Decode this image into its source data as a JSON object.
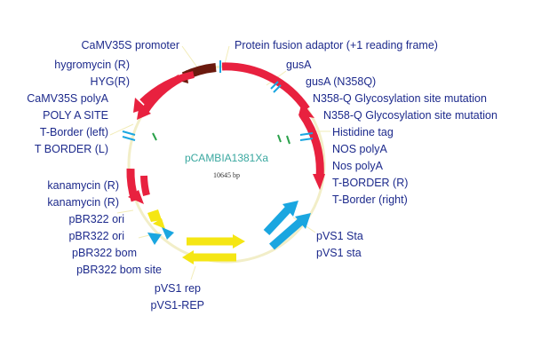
{
  "plasmid": {
    "name": "pCAMBIA1381Xa",
    "size": "10645 bp",
    "colors": {
      "backbone": "#f2eec8",
      "red_feature": "#e8213f",
      "brown_feature": "#6b1a0e",
      "cyan_feature": "#1aa6e0",
      "yellow_feature": "#f5e614",
      "label_text": "#1d2a8c",
      "name_text": "#3aa8a0"
    },
    "labels_left": [
      "CaMV35S promoter",
      "hygromycin (R)",
      "HYG(R)",
      "CaMV35S polyA",
      "POLY A SITE",
      "T-Border (left)",
      "T BORDER (L)",
      "kanamycin (R)",
      "kanamycin (R)",
      "pBR322 ori",
      "pBR322 ori",
      "pBR322 bom",
      "pBR322 bom site",
      "pVS1 rep",
      "pVS1-REP"
    ],
    "labels_right": [
      "Protein fusion adaptor (+1 reading frame)",
      "gusA",
      "gusA (N358Q)",
      "N358-Q Glycosylation site mutation",
      "N358-Q Glycosylation site mutation",
      "Histidine tag",
      "NOS polyA",
      "Nos polyA",
      "T-BORDER (R)",
      "T-Border (right)",
      "pVS1 Sta",
      "pVS1 sta"
    ]
  }
}
